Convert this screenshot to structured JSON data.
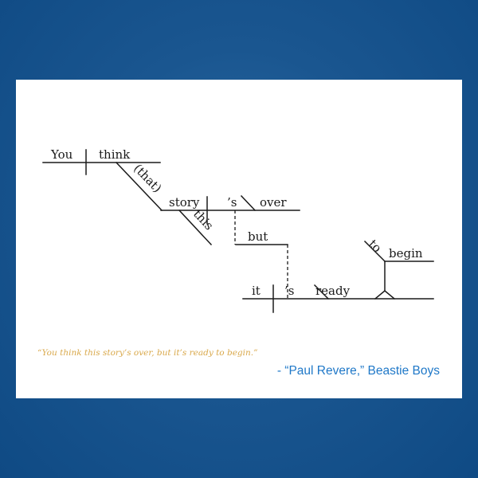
{
  "diagram": {
    "words": {
      "you": "You",
      "think": "think",
      "that": "(that)",
      "story": "story",
      "is1": "’s",
      "over": "over",
      "this": "this",
      "but": "but",
      "it": "it",
      "is2": "’s",
      "ready": "ready",
      "to": "to",
      "begin": "begin"
    }
  },
  "quote": {
    "text": "“You think this story’s over, but it’s ready to begin.”",
    "attribution": "- “Paul Revere,” Beastie Boys",
    "text_color": "#d9a84a",
    "attribution_color": "#1f78c8"
  },
  "colors": {
    "background": "#1a5690",
    "card": "#ffffff",
    "lines": "#1a1a1a"
  }
}
